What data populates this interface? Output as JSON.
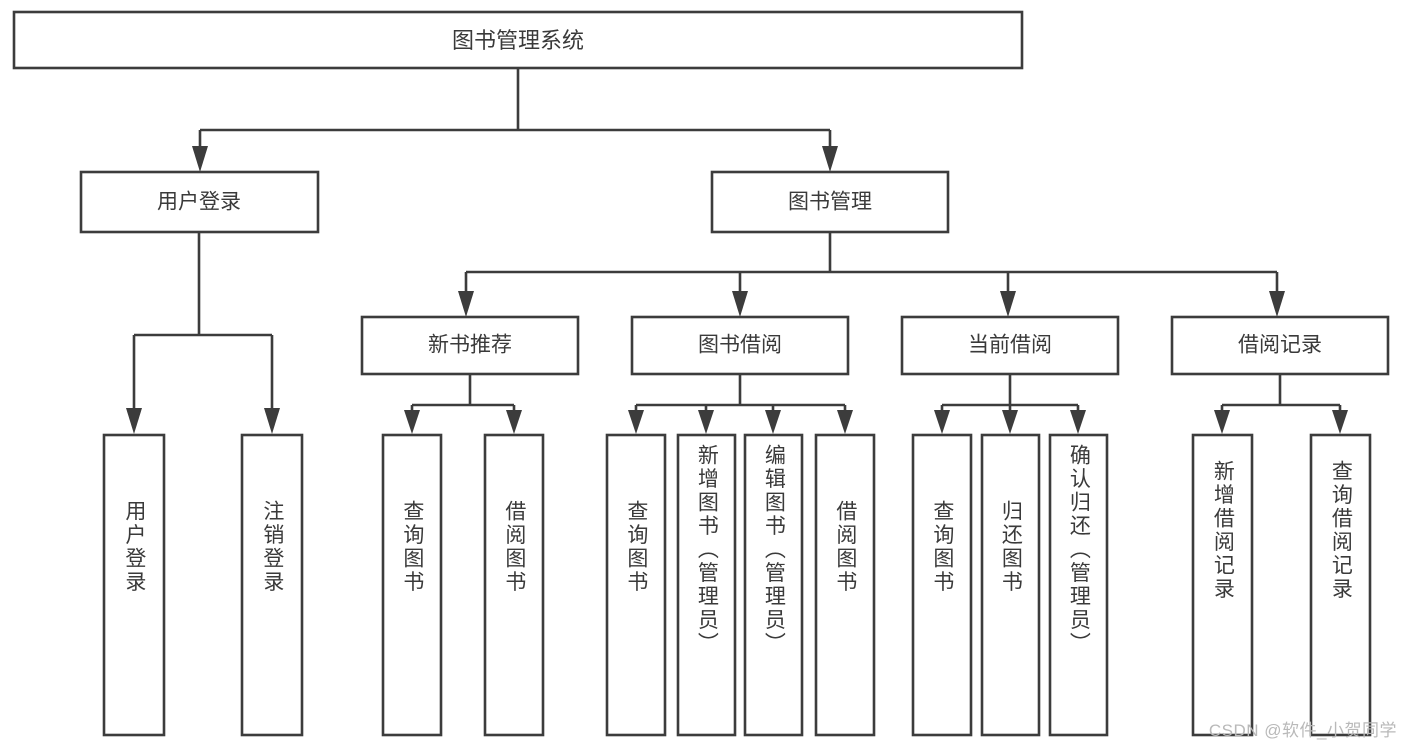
{
  "diagram": {
    "title": "图书管理系统",
    "watermark": "CSDN @软件_小贺同学",
    "colors": {
      "background": "#ffffff",
      "box_fill": "#ffffff",
      "box_stroke": "#3c3c3c",
      "text": "#3a3a3a",
      "watermark": "#b9b9b9"
    },
    "levels": {
      "root": {
        "label": "图书管理系统"
      },
      "level2": [
        {
          "id": "user-login",
          "label": "用户登录"
        },
        {
          "id": "book-manage",
          "label": "图书管理"
        }
      ],
      "level3": [
        {
          "id": "new-book-recommend",
          "label": "新书推荐"
        },
        {
          "id": "book-borrow",
          "label": "图书借阅"
        },
        {
          "id": "current-borrow",
          "label": "当前借阅"
        },
        {
          "id": "borrow-record",
          "label": "借阅记录"
        }
      ],
      "leaves": [
        {
          "id": "leaf-user-login",
          "label": "用户登录",
          "parent": "user-login"
        },
        {
          "id": "leaf-logout",
          "label": "注销登录",
          "parent": "user-login"
        },
        {
          "id": "leaf-query-book-1",
          "label": "查询图书",
          "parent": "new-book-recommend"
        },
        {
          "id": "leaf-borrow-book-1",
          "label": "借阅图书",
          "parent": "new-book-recommend"
        },
        {
          "id": "leaf-query-book-2",
          "label": "查询图书",
          "parent": "book-borrow"
        },
        {
          "id": "leaf-add-book",
          "label": "新增图书（管理员）",
          "parent": "book-borrow"
        },
        {
          "id": "leaf-edit-book",
          "label": "编辑图书（管理员）",
          "parent": "book-borrow"
        },
        {
          "id": "leaf-borrow-book-2",
          "label": "借阅图书",
          "parent": "book-borrow"
        },
        {
          "id": "leaf-query-book-3",
          "label": "查询图书",
          "parent": "current-borrow"
        },
        {
          "id": "leaf-return-book",
          "label": "归还图书",
          "parent": "current-borrow"
        },
        {
          "id": "leaf-confirm-return",
          "label": "确认归还（管理员）",
          "parent": "current-borrow"
        },
        {
          "id": "leaf-add-record",
          "label": "新增借阅记录",
          "parent": "borrow-record"
        },
        {
          "id": "leaf-query-record",
          "label": "查询借阅记录",
          "parent": "borrow-record"
        }
      ]
    }
  }
}
